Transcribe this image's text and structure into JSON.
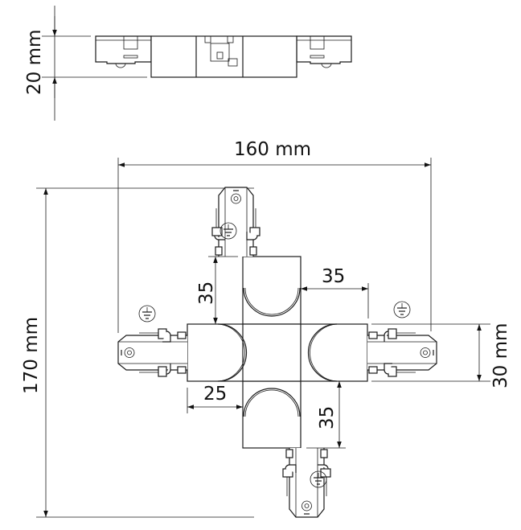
{
  "dimensions": {
    "height": "20 mm",
    "width": "160 mm",
    "length": "170 mm",
    "track_width": "30 mm",
    "arm_top": "35",
    "arm_right": "35",
    "arm_bottom": "35",
    "offset_left": "25"
  },
  "icons": [
    "earth-ground-symbol"
  ]
}
